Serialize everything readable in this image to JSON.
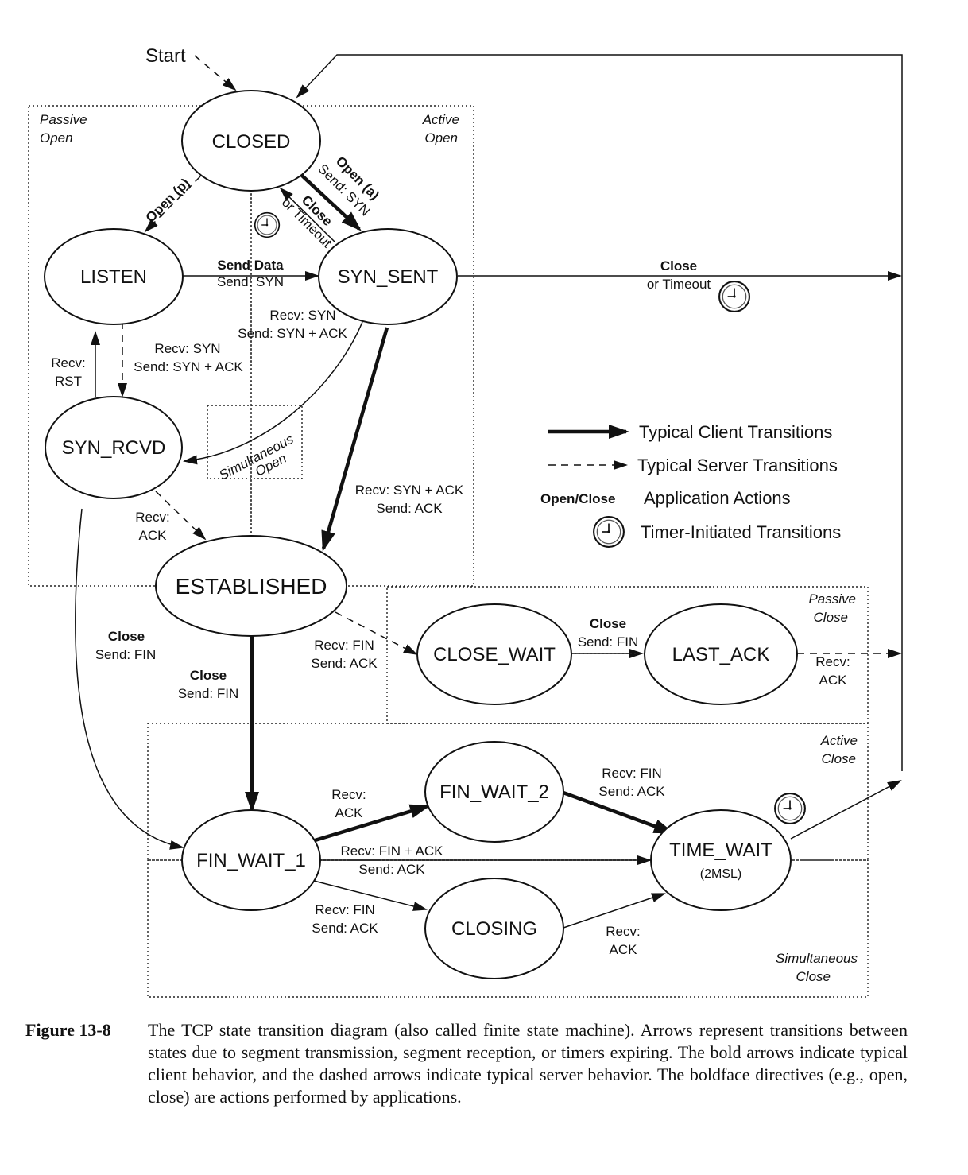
{
  "states": {
    "closed": "CLOSED",
    "listen": "LISTEN",
    "syn_sent": "SYN_SENT",
    "syn_rcvd": "SYN_RCVD",
    "established": "ESTABLISHED",
    "close_wait": "CLOSE_WAIT",
    "last_ack": "LAST_ACK",
    "fin_wait_1": "FIN_WAIT_1",
    "fin_wait_2": "FIN_WAIT_2",
    "closing": "CLOSING",
    "time_wait": "TIME_WAIT",
    "time_wait_sub": "(2MSL)"
  },
  "start_label": "Start",
  "regions": {
    "passive_open": [
      "Passive",
      "Open"
    ],
    "active_open": [
      "Active",
      "Open"
    ],
    "passive_close": [
      "Passive",
      "Close"
    ],
    "active_close": [
      "Active",
      "Close"
    ],
    "simultaneous_close": [
      "Simultaneous",
      "Close"
    ],
    "simultaneous_open": [
      "Simultaneous",
      "Open"
    ]
  },
  "transitions": {
    "open_p": "Open (p)",
    "open_a": "Open (a)",
    "open_a_send": "Send: SYN",
    "close_a": "Close",
    "close_a_timeout": "or Timeout",
    "send_data": "Send Data",
    "send_data_send": "Send: SYN",
    "recv_syn_a": "Recv: SYN",
    "recv_syn_a_send": "Send: SYN + ACK",
    "recv_syn_b": "Recv: SYN",
    "recv_syn_b_send": "Send: SYN + ACK",
    "recv_rst_1": "Recv:",
    "recv_rst_2": "RST",
    "synsent_close": "Close",
    "synsent_close_timeout": "or Timeout",
    "recv_synack": "Recv: SYN + ACK",
    "recv_synack_send": "Send: ACK",
    "recv_ack_1": "Recv:",
    "recv_ack_2": "ACK",
    "synrcvd_close": "Close",
    "synrcvd_close_send": "Send: FIN",
    "est_close": "Close",
    "est_close_send": "Send: FIN",
    "recv_fin": "Recv: FIN",
    "recv_fin_send": "Send: ACK",
    "cw_close": "Close",
    "cw_close_send": "Send: FIN",
    "la_recv_1": "Recv:",
    "la_recv_2": "ACK",
    "fw1_recv_ack_1": "Recv:",
    "fw1_recv_ack_2": "ACK",
    "fw1_recv_finack": "Recv: FIN + ACK",
    "fw1_recv_finack_send": "Send: ACK",
    "fw1_recv_fin": "Recv: FIN",
    "fw1_recv_fin_send": "Send: ACK",
    "fw2_recv_fin": "Recv: FIN",
    "fw2_recv_fin_send": "Send: ACK",
    "closing_recv_1": "Recv:",
    "closing_recv_2": "ACK"
  },
  "legend": {
    "client": "Typical Client Transitions",
    "server": "Typical Server Transitions",
    "open_close": "Open/Close",
    "app_actions": "Application Actions",
    "timer": "Timer-Initiated Transitions"
  },
  "icons": {
    "timer": "clock-icon"
  },
  "caption": {
    "label": "Figure 13-8",
    "text": "The TCP state transition diagram (also called finite state machine). Arrows represent transitions between states due to segment transmission, segment reception, or timers expiring. The bold arrows indicate typical client behavior, and the dashed arrows indicate typical server behavior. The boldface directives (e.g., open, close) are actions performed by applications."
  }
}
